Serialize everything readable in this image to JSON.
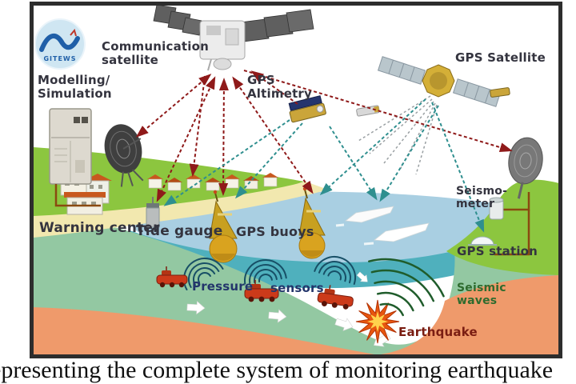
{
  "logo": {
    "text": "GITEWS"
  },
  "labels": {
    "communication_satellite": "Communication\nsatellite",
    "gps_satellite": "GPS Satellite",
    "gps_altimetry": "GPS\nAltimetry",
    "modelling_simulation": "Modelling/\nSimulation",
    "warning_center": "Warning center",
    "tide_gauge": "Tide gauge",
    "gps_buoys": "GPS buoys",
    "pressure": "Pressure",
    "sensors": "sensors",
    "seismometer": "Seismo-\nmeter",
    "gps_station": "GPS station",
    "seismic_waves": "Seismic\nwaves",
    "earthquake": "Earthquake"
  },
  "caption": "epresenting the complete system of monitoring earthquake",
  "colors": {
    "land_green": "#8cc63f",
    "beach_sand": "#f2e8af",
    "sea_light": "#a9cfe2",
    "sea_deep": "#4fb0bd",
    "seafloor_green": "#93c8a2",
    "mantle_orange": "#ef9a6b",
    "link_red": "#8f1a1a",
    "link_teal": "#2f8f8f",
    "cable_brown": "#8a4a10",
    "label_dark": "#34343f",
    "label_navy": "#23356b",
    "seismic_label_green": "#2e6b2e",
    "earthquake_label_red": "#7a1d12",
    "frame_border": "#2d2d2d"
  }
}
